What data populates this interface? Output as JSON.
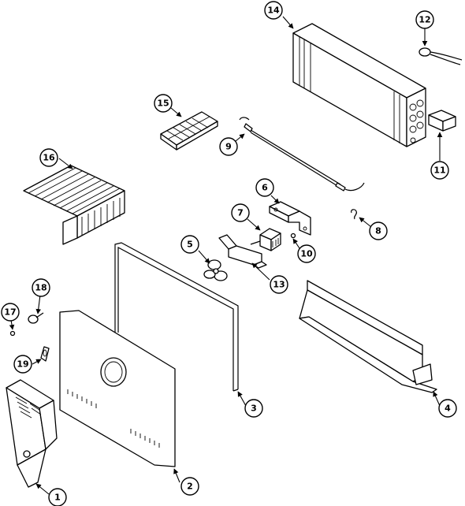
{
  "colors": {
    "ink": "#000000",
    "background": "#ffffff"
  },
  "callouts": [
    {
      "id": "c1",
      "label": "1"
    },
    {
      "id": "c2",
      "label": "2"
    },
    {
      "id": "c3",
      "label": "3"
    },
    {
      "id": "c4",
      "label": "4"
    },
    {
      "id": "c5",
      "label": "5"
    },
    {
      "id": "c6",
      "label": "6"
    },
    {
      "id": "c7",
      "label": "7"
    },
    {
      "id": "c8",
      "label": "8"
    },
    {
      "id": "c9",
      "label": "9"
    },
    {
      "id": "c10",
      "label": "10"
    },
    {
      "id": "c11",
      "label": "11"
    },
    {
      "id": "c12",
      "label": "12"
    },
    {
      "id": "c13",
      "label": "13"
    },
    {
      "id": "c14",
      "label": "14"
    },
    {
      "id": "c15",
      "label": "15"
    },
    {
      "id": "c16",
      "label": "16"
    },
    {
      "id": "c17",
      "label": "17"
    },
    {
      "id": "c18",
      "label": "18"
    },
    {
      "id": "c19",
      "label": "19"
    }
  ]
}
